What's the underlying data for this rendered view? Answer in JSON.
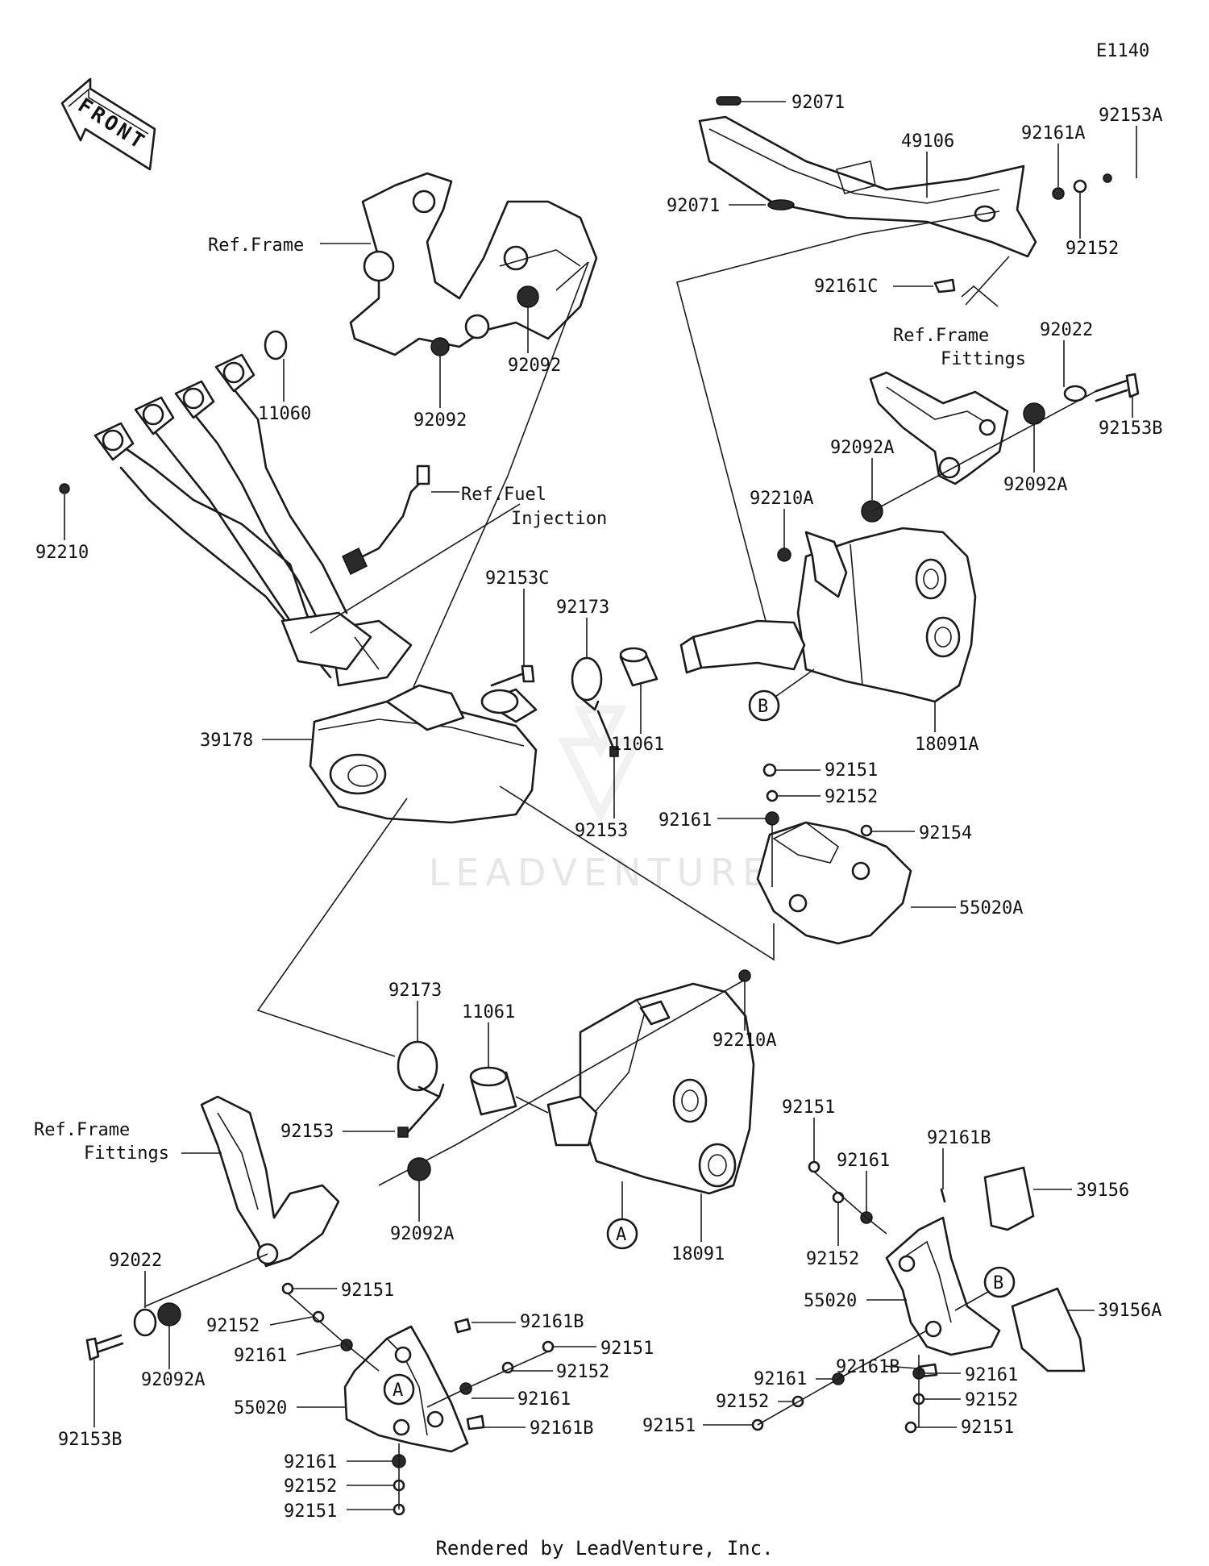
{
  "diagram_code": "E1140",
  "front_label": "FRONT",
  "footer": "Rendered by LeadVenture, Inc.",
  "watermark": "LEADVENTURE",
  "callouts": {
    "a": "A",
    "b": "B"
  },
  "refs": {
    "frame": "Ref.Frame",
    "fuel_1": "Ref.Fuel",
    "fuel_2": "Injection",
    "fittings_r1": "Ref.Frame",
    "fittings_r2": "Fittings",
    "fittings_l1": "Ref.Frame",
    "fittings_l2": "Fittings"
  },
  "parts": {
    "p_92071_top": "92071",
    "p_92071_mid": "92071",
    "p_49106": "49106",
    "p_92161A": "92161A",
    "p_92153A": "92153A",
    "p_92152_tr": "92152",
    "p_92161C": "92161C",
    "p_92022_r": "92022",
    "p_92153B_r": "92153B",
    "p_92092A_r": "92092A",
    "p_92092A_r2": "92092A",
    "p_92210A_r": "92210A",
    "p_18091A": "18091A",
    "p_92092_a": "92092",
    "p_92092_b": "92092",
    "p_11060": "11060",
    "p_92210": "92210",
    "p_92153C": "92153C",
    "p_92173_t": "92173",
    "p_11061_t": "11061",
    "p_92153_t": "92153",
    "p_39178": "39178",
    "p_92151_c": "92151",
    "p_92152_c": "92152",
    "p_92161_c": "92161",
    "p_92154": "92154",
    "p_55020A": "55020A",
    "p_92173_b": "92173",
    "p_11061_b": "11061",
    "p_92210A_b": "92210A",
    "p_92153_b": "92153",
    "p_92092A_b": "92092A",
    "p_18091": "18091",
    "p_92022_b": "92022",
    "p_92092A_bl": "92092A",
    "p_92153B_bl": "92153B",
    "p_92151_r1": "92151",
    "p_92161_r1": "92161",
    "p_92161B_r1": "92161B",
    "p_39156": "39156",
    "p_92152_r1": "92152",
    "p_55020_r": "55020",
    "p_39156A": "39156A",
    "p_92161B_r2": "92161B",
    "p_92161_r2": "92161",
    "p_92152_r2": "92152",
    "p_92151_r2": "92151",
    "p_92161_r3": "92161",
    "p_92152_r3": "92152",
    "p_92151_r3": "92151",
    "p_92151_l1": "92151",
    "p_92152_l1": "92152",
    "p_92161_l1": "92161",
    "p_92161B_l1": "92161B",
    "p_92151_l2": "92151",
    "p_92152_l2": "92152",
    "p_92161_l2": "92161",
    "p_55020_l": "55020",
    "p_92161B_l2": "92161B",
    "p_92161_l3": "92161",
    "p_92152_l3": "92152",
    "p_92151_l3": "92151"
  }
}
